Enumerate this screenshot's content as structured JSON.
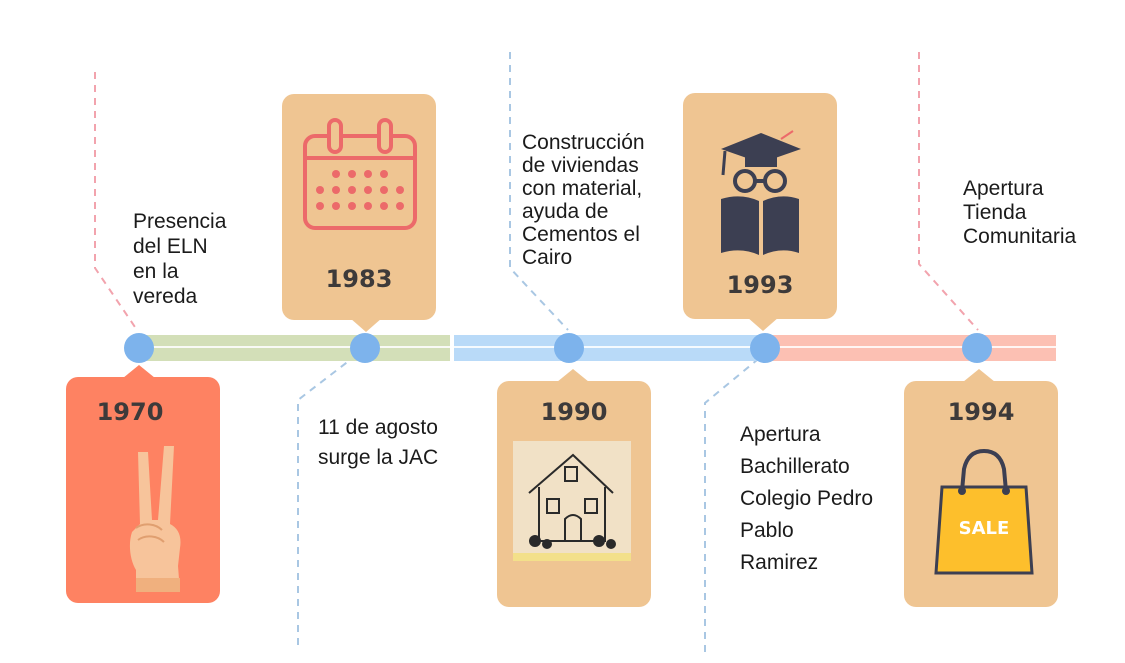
{
  "events": [
    {
      "year": "1970",
      "caption": [
        "Presencia",
        "del ELN",
        "en la",
        "vereda"
      ],
      "icon": "peace-hand-icon"
    },
    {
      "year": "1983",
      "caption": [
        "11 de agosto",
        "surge la JAC"
      ],
      "icon": "calendar-icon"
    },
    {
      "year": "1990",
      "caption": [
        "Construcción",
        "de viviendas",
        "con material,",
        "ayuda  de",
        "Cementos el",
        "Cairo"
      ],
      "icon": "house-stamp-icon"
    },
    {
      "year": "1993",
      "caption": [
        "Apertura",
        "Bachillerato",
        "Colegio Pedro",
        "Pablo",
        "Ramirez"
      ],
      "icon": "scholar-book-icon"
    },
    {
      "year": "1994",
      "caption": [
        "Apertura",
        "Tienda",
        "Comunitaria"
      ],
      "icon": "shopping-bag-icon",
      "badge": "SALE"
    }
  ],
  "colors": {
    "track_green": "#d3dfb8",
    "track_blue": "#b9daf8",
    "track_red": "#fcc0b3",
    "dot": "#7db3ec",
    "card_tan": "#efc592",
    "card_red": "#fe8262",
    "dash_red": "#f2a3ad",
    "dash_blue": "#a9c7e3",
    "calendar_red": "#ec6a6a",
    "bag_yellow": "#fdbf2c",
    "navy": "#3c3f52"
  }
}
